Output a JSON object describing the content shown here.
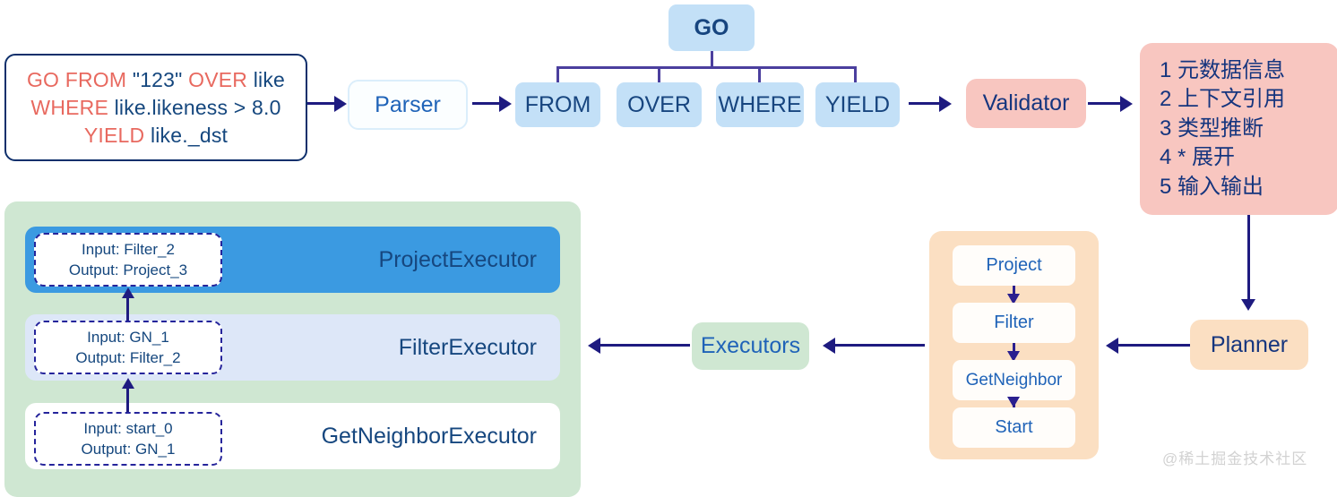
{
  "query": {
    "name": "nGQL query statement",
    "lines": [
      [
        {
          "t": "GO FROM ",
          "k": true
        },
        {
          "t": "\"123\"",
          "k": false
        },
        {
          "t": " OVER ",
          "k": true
        },
        {
          "t": "like",
          "k": false
        }
      ],
      [
        {
          "t": "WHERE ",
          "k": true
        },
        {
          "t": "like.likeness > 8.0",
          "k": false
        }
      ],
      [
        {
          "t": "YIELD ",
          "k": true
        },
        {
          "t": "like._dst",
          "k": false
        }
      ]
    ],
    "line1_kw1": "GO FROM ",
    "line1_val": "\"123\"",
    "line1_kw2": " OVER ",
    "line1_val2": "like",
    "line2_kw": "WHERE ",
    "line2_val": "like.likeness > 8.0",
    "line3_kw": "YIELD ",
    "line3_val": "like._dst"
  },
  "parser": {
    "label": "Parser"
  },
  "ast": {
    "root": "GO",
    "children": [
      "FROM",
      "OVER",
      "WHERE",
      "YIELD"
    ]
  },
  "validator": {
    "label": "Validator",
    "checks": [
      "1 元数据信息",
      "2 上下文引用",
      "3 类型推断",
      "4 * 展开",
      "5 输入输出"
    ]
  },
  "planner": {
    "label": "Planner"
  },
  "plan": {
    "steps": [
      "Project",
      "Filter",
      "GetNeighbor",
      "Start"
    ]
  },
  "executors": {
    "label": "Executors"
  },
  "execution": {
    "rows": [
      {
        "name": "ProjectExecutor",
        "input": "Input: Filter_2",
        "output": "Output: Project_3"
      },
      {
        "name": "FilterExecutor",
        "input": "Input: GN_1",
        "output": "Output: Filter_2"
      },
      {
        "name": "GetNeighborExecutor",
        "input": "Input: start_0",
        "output": "Output: GN_1"
      }
    ]
  },
  "watermark": {
    "text": "@稀土掘金技术社区"
  },
  "colors": {
    "keyword": "#e8695f",
    "identifier": "#15477e",
    "arrow": "#1e1b80",
    "ast_node": "#c3e0f7",
    "validator_box": "#f8c6c0",
    "planner_box": "#fbdfc2",
    "executors_box": "#cfe7d2",
    "project_executor": "#3b9ae1",
    "filter_executor": "#dde7f8",
    "getneighbor_executor": "#ffffff"
  }
}
